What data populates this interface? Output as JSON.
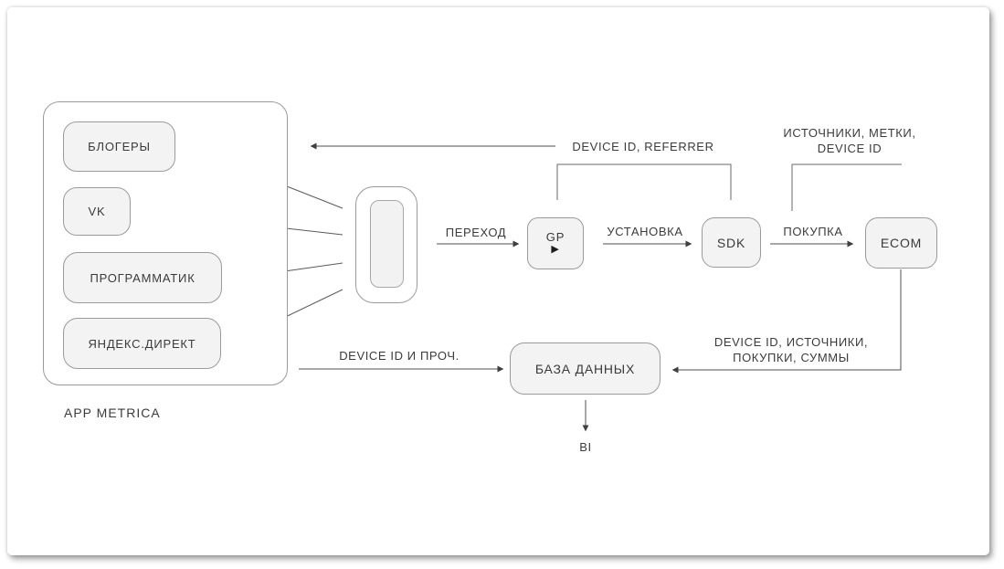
{
  "page": {
    "panel": {
      "label": "APP METRICA",
      "sources": [
        {
          "label": "БЛОГЕРЫ"
        },
        {
          "label": "VK"
        },
        {
          "label": "ПРОГРАММАТИК"
        },
        {
          "label": "ЯНДЕКС.ДИРЕКТ"
        }
      ]
    },
    "nodes": {
      "gp": "GP",
      "sdk": "SDK",
      "ecom": "ECOM",
      "database": "БАЗА ДАННЫХ",
      "bi": "BI"
    },
    "icons": {
      "google_play": "▶",
      "smartphone": "smartphone-outline"
    },
    "labels": {
      "transition": "ПЕРЕХОД",
      "installation": "УСТАНОВКА",
      "purchase": "ПОКУПКА",
      "device_id_referrer": "DEVICE ID, REFERRER",
      "sources_tags_line1": "ИСТОЧНИКИ, МЕТКИ,",
      "sources_tags_line2": "DEVICE ID",
      "device_id_etc": "DEVICE ID И ПРОЧ.",
      "db_input_line1": "DEVICE ID, ИСТОЧНИКИ,",
      "db_input_line2": "ПОКУПКИ, СУММЫ"
    },
    "colors": {
      "node_fill": "#f3f3f3",
      "node_border": "#9a9a9a",
      "line": "#4f4f4f",
      "text": "#3a3a3a",
      "background": "#ffffff"
    }
  }
}
